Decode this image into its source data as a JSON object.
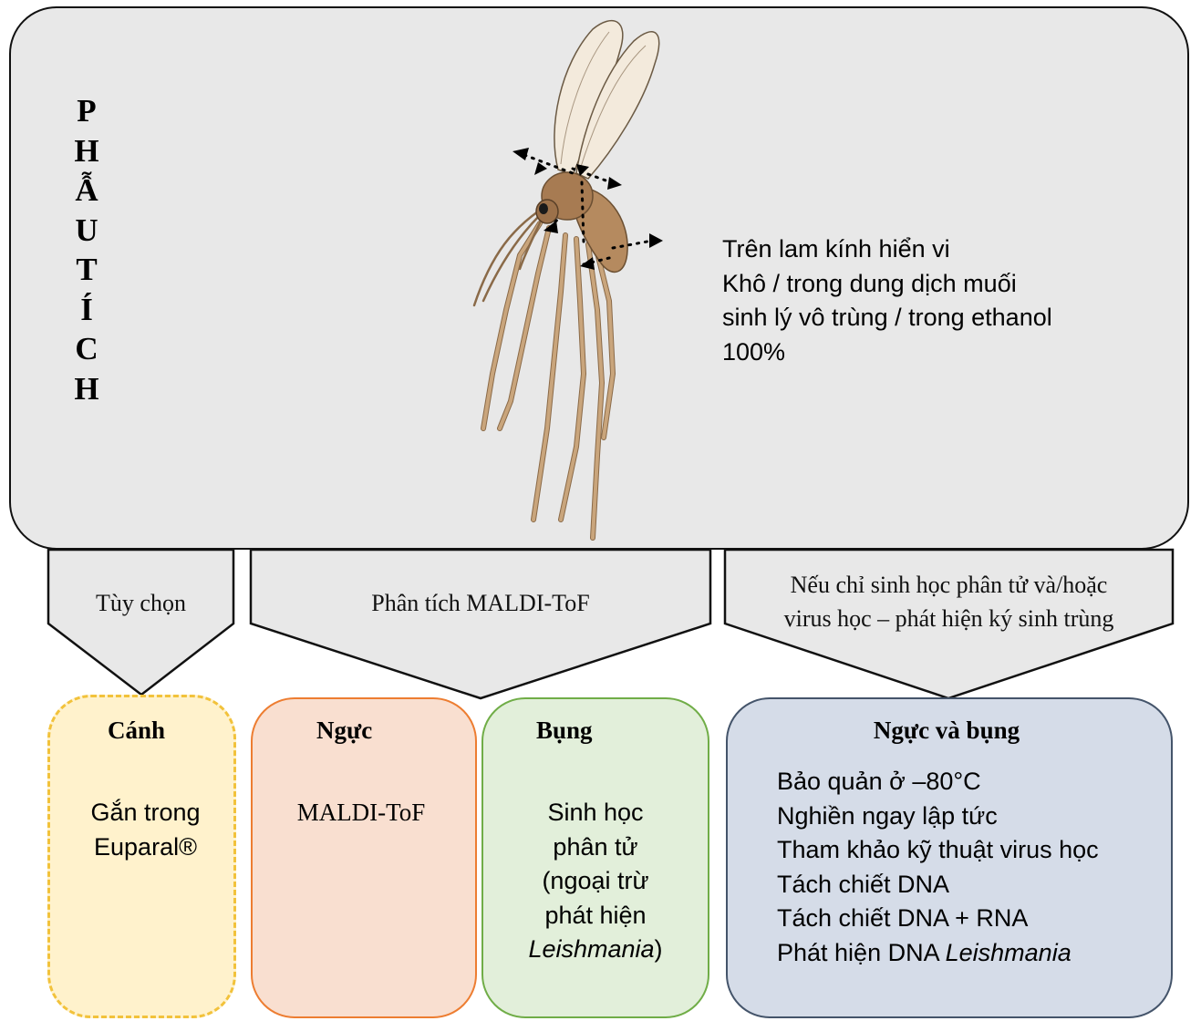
{
  "vertical_title_letters": [
    "P",
    "H",
    "Ẫ",
    "U",
    "T",
    "Í",
    "C",
    "H"
  ],
  "storage_lines": [
    "Trên lam kính hiển vi",
    "Khô / trong dung dịch muối",
    "sinh lý vô trùng / trong ethanol",
    "100%"
  ],
  "arrows": {
    "optional": "Tùy chọn",
    "maldi": "Phân tích MALDI-ToF",
    "molecular_line1": "Nếu chỉ sinh học phân tử và/hoặc",
    "molecular_line2": "virus học – phát hiện ký sinh trùng"
  },
  "boxes": {
    "wing": {
      "title": "Cánh",
      "line1": "Gắn trong",
      "line2": "Euparal®"
    },
    "thorax": {
      "title": "Ngực",
      "body": "MALDI-ToF"
    },
    "abdomen": {
      "title": "Bụng",
      "line1": "Sinh học",
      "line2": "phân tử",
      "line3": "(ngoại trừ",
      "line4": "phát hiện",
      "line5_italic": "Leishmania",
      "line5_suffix": ")"
    },
    "thorax_abdomen": {
      "title": "Ngực và bụng",
      "lines": [
        "Bảo quản ở –80°C",
        "Nghiền ngay lập tức",
        "Tham khảo kỹ thuật virus học",
        "Tách chiết DNA",
        "Tách chiết DNA + RNA"
      ],
      "last_line_prefix": "Phát hiện DNA ",
      "last_line_italic": "Leishmania"
    }
  },
  "colors": {
    "panel": "#e8e8e8",
    "wing_fill": "#fff2cc",
    "wing_border": "#f2c23b",
    "thorax_fill": "#f9dfd0",
    "thorax_border": "#ed7d31",
    "abdomen_fill": "#e2efda",
    "abdomen_border": "#70ad47",
    "combined_fill": "#d5dce8",
    "combined_border": "#44546a",
    "insect_body": "#b58a5f",
    "insect_wing": "#f3eadc"
  }
}
